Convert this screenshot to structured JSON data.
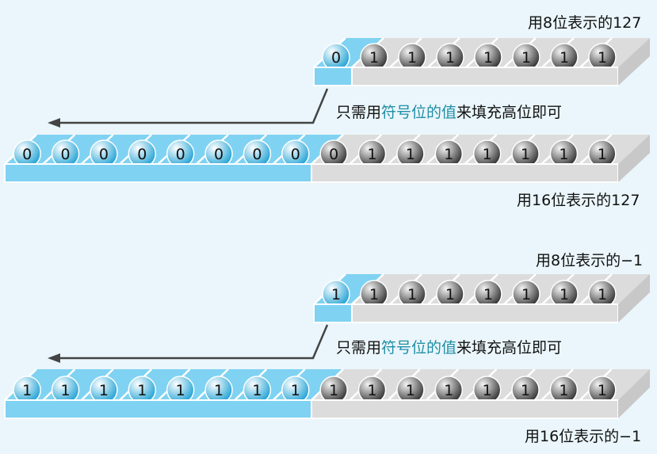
{
  "sections": [
    {
      "short_label": "用8位表示的127",
      "long_label": "用16位表示的127",
      "short_bits": [
        "0",
        "1",
        "1",
        "1",
        "1",
        "1",
        "1",
        "1"
      ],
      "long_bits": [
        "0",
        "0",
        "0",
        "0",
        "0",
        "0",
        "0",
        "0",
        "0",
        "1",
        "1",
        "1",
        "1",
        "1",
        "1",
        "1"
      ]
    },
    {
      "short_label": "用8位表示的−1",
      "long_label": "用16位表示的−1",
      "short_bits": [
        "1",
        "1",
        "1",
        "1",
        "1",
        "1",
        "1",
        "1"
      ],
      "long_bits": [
        "1",
        "1",
        "1",
        "1",
        "1",
        "1",
        "1",
        "1",
        "1",
        "1",
        "1",
        "1",
        "1",
        "1",
        "1",
        "1"
      ]
    }
  ],
  "note": {
    "prefix": "只需用",
    "highlight": "符号位的值",
    "suffix": "来填充高位即可"
  },
  "colors": {
    "background": "#eaf6fb",
    "sign_fill": "#7fd2f2",
    "body_fill": "#dcdcdc",
    "highlight_text": "#1f8ea6",
    "arrow": "#444444"
  }
}
